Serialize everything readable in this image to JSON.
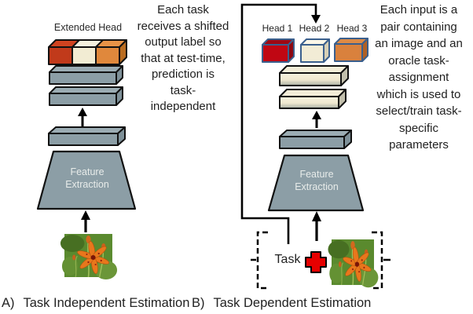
{
  "figure": {
    "panel_a": {
      "label_prefix": "A)",
      "caption": "Task Independent Estimation",
      "extended_head_label": "Extended Head",
      "feature_extraction_lines": [
        "Feature",
        "Extraction"
      ],
      "annotation_lines": [
        "Each task",
        "receives a shifted",
        "output label so",
        "that at test-time,",
        "prediction is",
        "task-",
        "independent"
      ]
    },
    "panel_b": {
      "label_prefix": "B)",
      "caption": "Task Dependent Estimation",
      "head_labels": [
        "Head 1",
        "Head 2",
        "Head 3"
      ],
      "feature_extraction_lines": [
        "Feature",
        "Extraction"
      ],
      "task_label": "Task",
      "annotation_lines": [
        "Each input is a",
        "pair containing",
        "an image and an",
        "oracle task-",
        "assignment",
        "which is used to",
        "select/train task-",
        "specific",
        "parameters"
      ]
    },
    "colors": {
      "block_gray": "#8C9EA6",
      "extended_head_red": "#C13A1B",
      "extended_head_cream": "#F2ECD3",
      "extended_head_orange": "#E0883C",
      "head_red": "#C00713",
      "head_cream": "#F2ECD6",
      "head_orange": "#D9813D",
      "head_outline_blue": "#3A5F8D",
      "cream_bar_top": "#F8F2DE",
      "plus_red": "#E60000",
      "arrow_black": "#000000"
    }
  }
}
